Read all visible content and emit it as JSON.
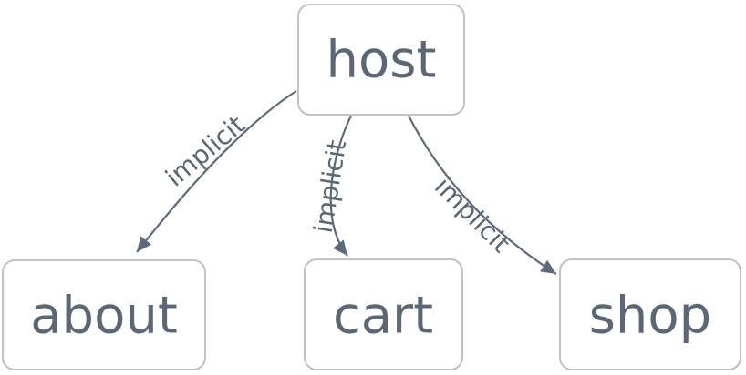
{
  "diagram": {
    "type": "flowchart-top-down",
    "nodes": [
      {
        "id": "host",
        "label": "host"
      },
      {
        "id": "about",
        "label": "about"
      },
      {
        "id": "cart",
        "label": "cart"
      },
      {
        "id": "shop",
        "label": "shop"
      }
    ],
    "edges": [
      {
        "from": "host",
        "to": "about",
        "label": "implicit"
      },
      {
        "from": "host",
        "to": "cart",
        "label": "implicit"
      },
      {
        "from": "host",
        "to": "shop",
        "label": "implicit"
      }
    ]
  },
  "colors": {
    "background": "#ffffff",
    "node_fill": "#ffffff",
    "node_border": "#b9bcc2",
    "node_text": "#5b6775",
    "edge": "#5d6a7c",
    "edge_label": "#5b6775"
  }
}
